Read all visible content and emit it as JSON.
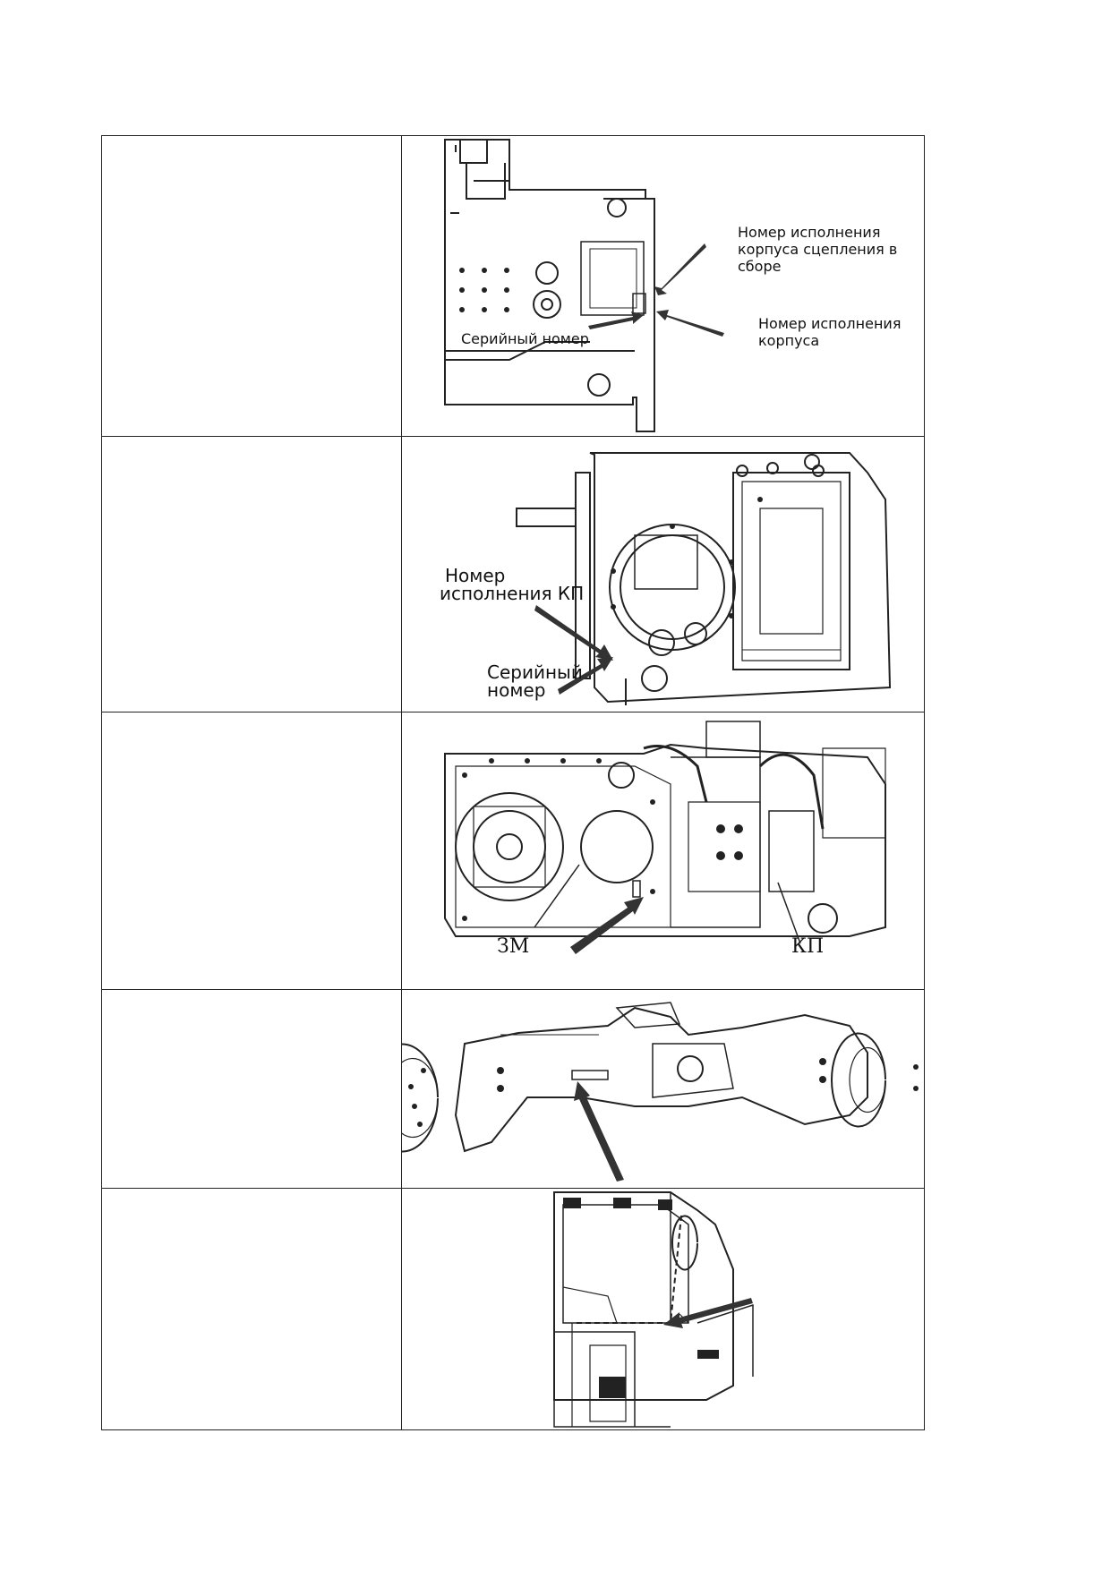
{
  "rows": [
    {
      "left_text": "",
      "figure": {
        "labels": {
          "clutch_line1": "Номер исполнения",
          "clutch_line2": "корпуса сцепления в",
          "clutch_line3": "сборе",
          "serial": "Серийный номер",
          "body_line1": "Номер исполнения",
          "body_line2": "корпуса"
        }
      }
    },
    {
      "left_text": "",
      "figure": {
        "labels": {
          "gearbox_line1": "Номер",
          "gearbox_line2": "исполнения КП",
          "serial_line1": "Серийный",
          "serial_line2": "номер"
        }
      }
    },
    {
      "left_text": "",
      "figure": {
        "labels": {
          "left": "ЗМ",
          "right": "КП"
        }
      }
    },
    {
      "left_text": "",
      "figure": {
        "labels": {}
      }
    },
    {
      "left_text": "",
      "figure": {
        "labels": {}
      }
    }
  ]
}
